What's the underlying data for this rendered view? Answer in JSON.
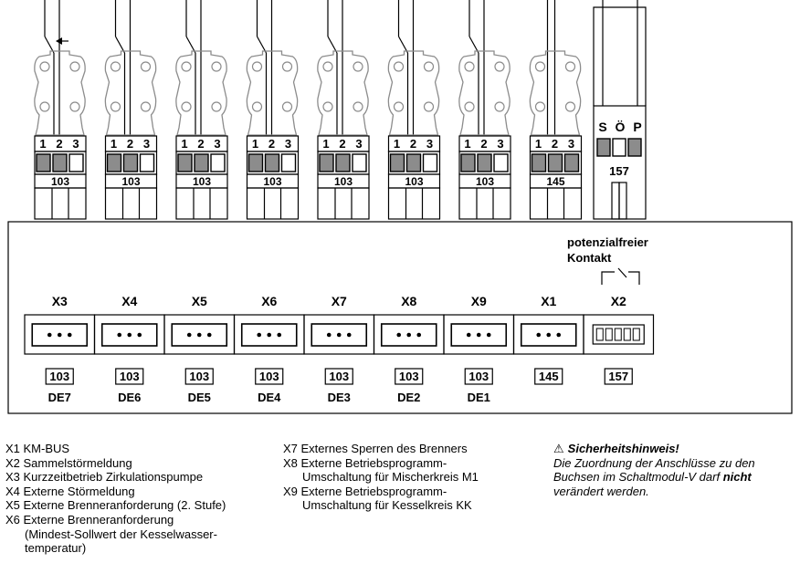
{
  "diagram": {
    "top_plugs": [
      {
        "id": "X3",
        "pins": [
          "1",
          "2",
          "3"
        ],
        "code": "103",
        "switch": "signal"
      },
      {
        "id": "X4",
        "pins": [
          "1",
          "2",
          "3"
        ],
        "code": "103",
        "switch": "open"
      },
      {
        "id": "X5",
        "pins": [
          "1",
          "2",
          "3"
        ],
        "code": "103",
        "switch": "open"
      },
      {
        "id": "X6",
        "pins": [
          "1",
          "2",
          "3"
        ],
        "code": "103",
        "switch": "open"
      },
      {
        "id": "X7",
        "pins": [
          "1",
          "2",
          "3"
        ],
        "code": "103",
        "switch": "open"
      },
      {
        "id": "X8",
        "pins": [
          "1",
          "2",
          "3"
        ],
        "code": "103",
        "switch": "open"
      },
      {
        "id": "X9",
        "pins": [
          "1",
          "2",
          "3"
        ],
        "code": "103",
        "switch": "open"
      },
      {
        "id": "X1",
        "pins": [
          "1",
          "2",
          "3"
        ],
        "code": "145",
        "switch": "none"
      }
    ],
    "plug_157": {
      "pins": [
        "S",
        "Ö",
        "P"
      ],
      "code": "157"
    },
    "contact_label": [
      "potenzialfreier",
      "Kontakt"
    ],
    "sockets": [
      {
        "id": "X3",
        "code": "103",
        "de": "DE7"
      },
      {
        "id": "X4",
        "code": "103",
        "de": "DE6"
      },
      {
        "id": "X5",
        "code": "103",
        "de": "DE5"
      },
      {
        "id": "X6",
        "code": "103",
        "de": "DE4"
      },
      {
        "id": "X7",
        "code": "103",
        "de": "DE3"
      },
      {
        "id": "X8",
        "code": "103",
        "de": "DE2"
      },
      {
        "id": "X9",
        "code": "103",
        "de": "DE1"
      },
      {
        "id": "X1",
        "code": "145",
        "de": ""
      },
      {
        "id": "X2",
        "code": "157",
        "de": ""
      }
    ]
  },
  "legend": {
    "col1": [
      {
        "line": "X1 KM-BUS"
      },
      {
        "line": "X2 Sammelstörmeldung"
      },
      {
        "line": "X3 Kurzzeitbetrieb Zirkulationspumpe"
      },
      {
        "line": "X4 Externe Störmeldung"
      },
      {
        "line": "X5 Externe Brenneranforderung (2. Stufe)"
      },
      {
        "line": "X6 Externe Brenneranforderung"
      },
      {
        "cont": "(Mindest-Sollwert der Kesselwasser-"
      },
      {
        "cont": "temperatur)"
      }
    ],
    "col2": [
      {
        "line": "X7 Externes Sperren des Brenners"
      },
      {
        "line": "X8 Externe Betriebsprogramm-"
      },
      {
        "cont": "Umschaltung für Mischerkreis M1"
      },
      {
        "line": "X9 Externe Betriebsprogramm-"
      },
      {
        "cont": "Umschaltung für Kesselkreis KK"
      }
    ],
    "safety": {
      "warning_symbol": "⚠",
      "heading": "Sicherheitshinweis!",
      "text_before": "Die Zuordnung der Anschlüsse zu den Buchsen im Schaltmodul-V darf ",
      "text_emphasis": "nicht",
      "text_after": " verändert werden."
    }
  }
}
